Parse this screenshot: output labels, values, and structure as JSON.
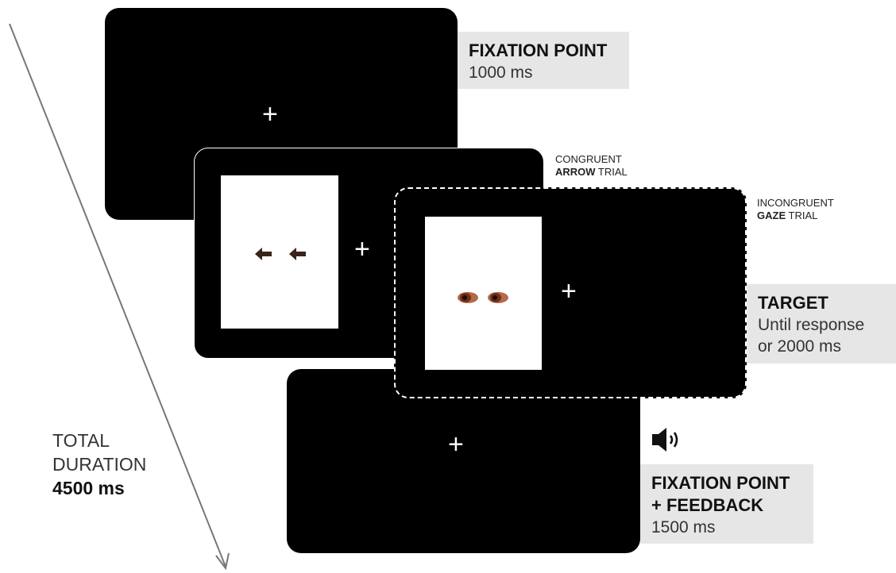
{
  "fixation": {
    "title": "FIXATION POINT",
    "duration": "1000 ms",
    "cross": "+"
  },
  "congruent": {
    "line1": "CONGRUENT",
    "line2_bold": "ARROW",
    "line2_rest": " TRIAL",
    "cross": "+"
  },
  "incongruent": {
    "line1": "INCONGRUENT",
    "line2_bold": "GAZE",
    "line2_rest": " TRIAL",
    "cross": "+"
  },
  "target": {
    "title": "TARGET",
    "line1": "Until response",
    "line2": "or 2000 ms"
  },
  "feedback": {
    "title_line1": "FIXATION POINT",
    "title_line2": "+ FEEDBACK",
    "duration": "1500 ms",
    "cross": "+"
  },
  "total": {
    "line1": "TOTAL",
    "line2": "DURATION",
    "value": "4500 ms"
  },
  "colors": {
    "screen": "#000000",
    "label_bg": "#e6e6e6",
    "arrow": "#3a2418",
    "iris": "#7a3b22",
    "timeline": "#777777"
  }
}
